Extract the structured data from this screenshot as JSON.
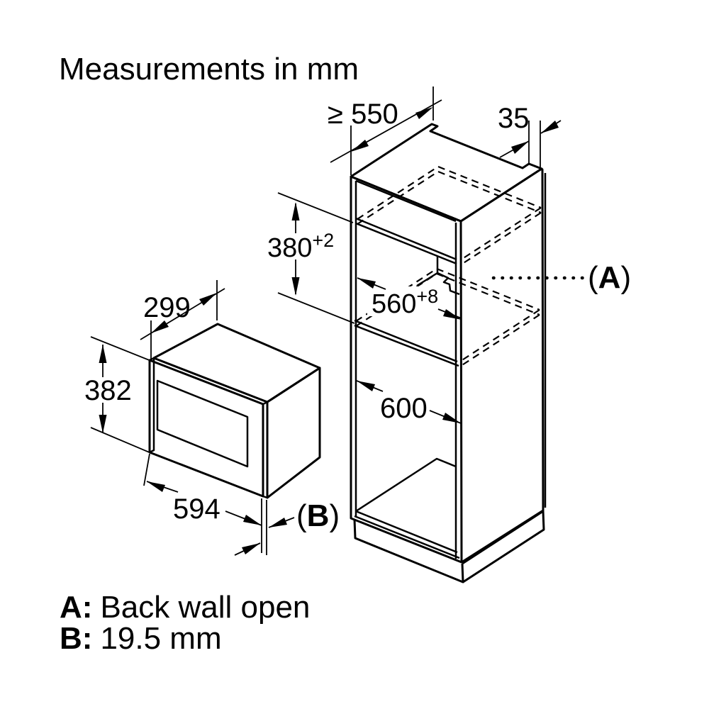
{
  "title": "Measurements in mm",
  "dimensions": {
    "cabinet_depth_min": "≥ 550",
    "vent_gap": "35",
    "niche_height": "380",
    "niche_height_tol": "+2",
    "niche_width": "560",
    "niche_width_tol": "+8",
    "lower_niche_width": "600",
    "appliance_depth": "299",
    "appliance_height": "382",
    "appliance_width": "594"
  },
  "markers": {
    "a_open": "(",
    "a_letter": "A",
    "a_close": ")",
    "b_open": "(",
    "b_letter": "B",
    "b_close": ")"
  },
  "legend": {
    "a_key": "A:",
    "a_text": "Back wall open",
    "b_key": "B:",
    "b_text": "19.5 mm"
  },
  "colors": {
    "line": "#000000",
    "background": "#ffffff"
  }
}
